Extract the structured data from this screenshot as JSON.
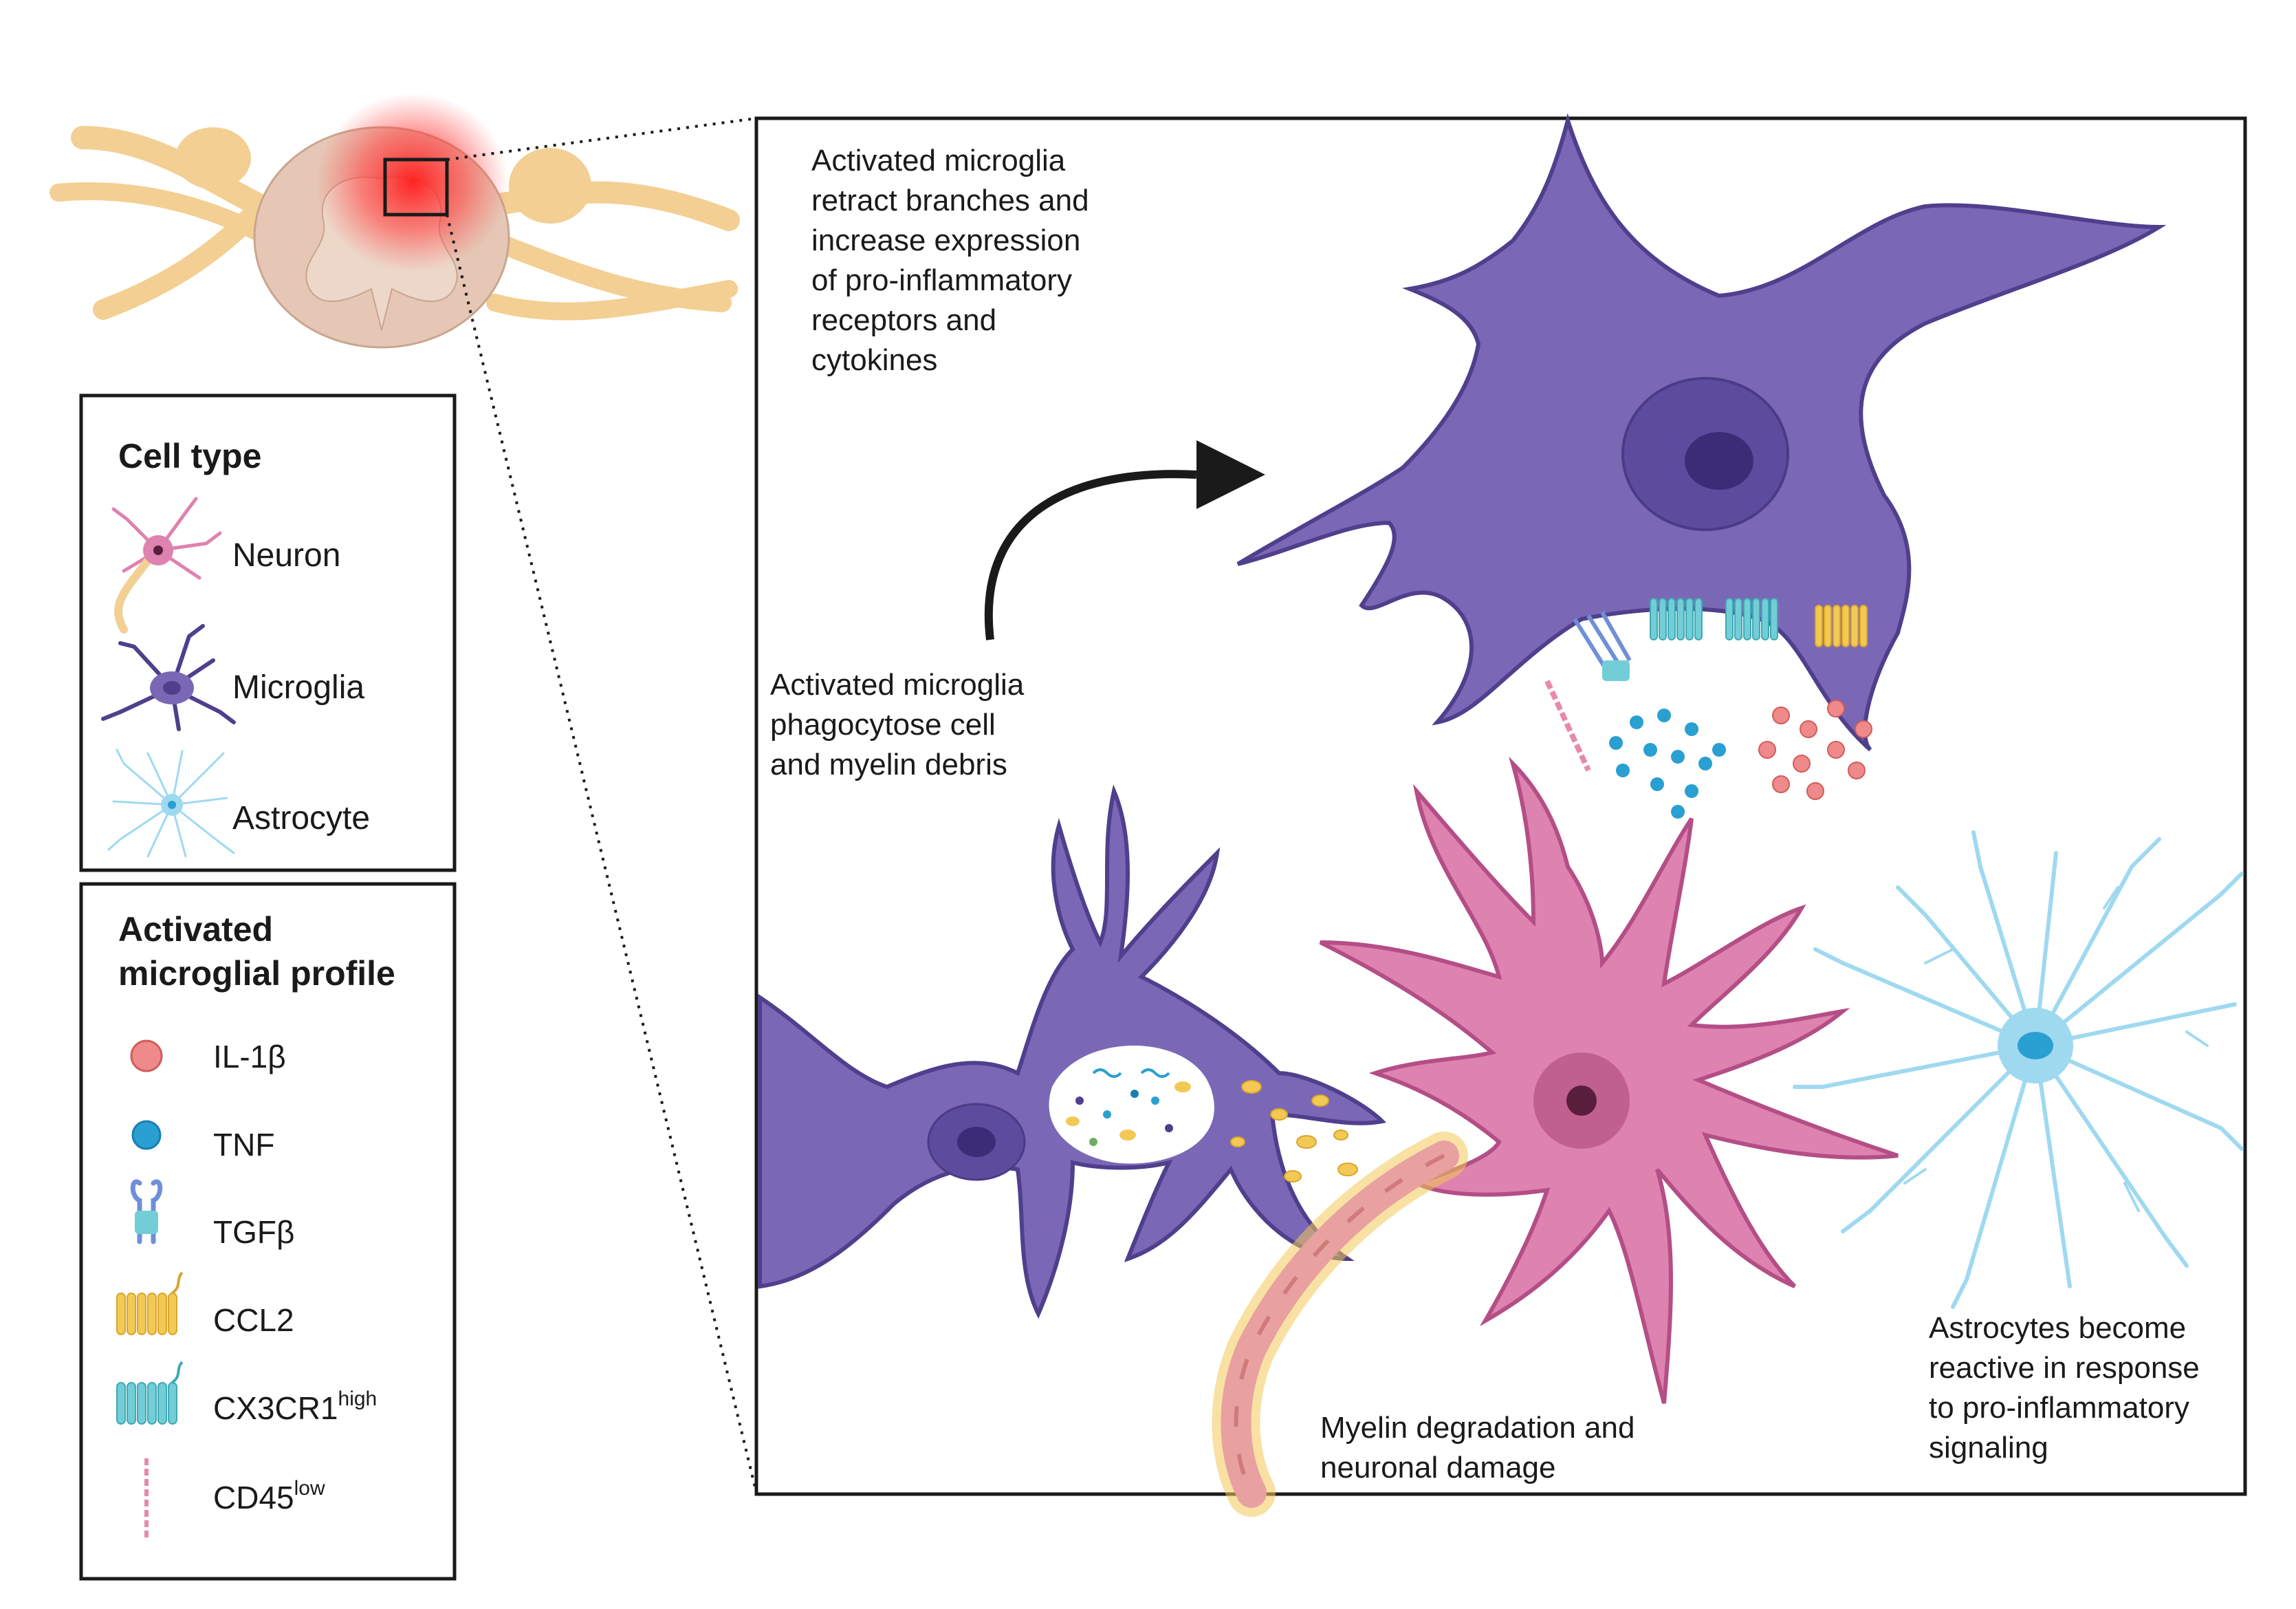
{
  "colors": {
    "microglia": "#7a68b6",
    "microglia_dark": "#4f3f8c",
    "neuron": "#de82b0",
    "neuron_dark": "#b44e86",
    "astrocyte": "#9fd9f0",
    "astrocyte_line": "#6fc6ea",
    "spinal_cord": "#e6c6b4",
    "nerve": "#f3cf93",
    "inflammation": "#ff2a2a",
    "il1b": "#ef8a8a",
    "tnf": "#2a9fd1",
    "tgfb": "#6f8fd8",
    "ccl2": "#f3c955",
    "cx3cr1": "#72cdd6",
    "cd45": "#e68aa8"
  },
  "legend_cell_type": {
    "title": "Cell type",
    "items": [
      {
        "label": "Neuron",
        "icon": "neuron-icon"
      },
      {
        "label": "Microglia",
        "icon": "microglia-icon"
      },
      {
        "label": "Astrocyte",
        "icon": "astrocyte-icon"
      }
    ]
  },
  "legend_profile": {
    "title_line1": "Activated",
    "title_line2": "microglial profile",
    "items": [
      {
        "label": "IL-1β",
        "sup": "",
        "icon": "il1b-icon"
      },
      {
        "label": "TNF",
        "sup": "",
        "icon": "tnf-icon"
      },
      {
        "label": "TGFβ",
        "sup": "",
        "icon": "tgfb-receptor-icon"
      },
      {
        "label": "CCL2",
        "sup": "",
        "icon": "ccl2-receptor-icon"
      },
      {
        "label": "CX3CR1",
        "sup": "high",
        "icon": "cx3cr1-receptor-icon"
      },
      {
        "label": "CD45",
        "sup": "low",
        "icon": "cd45-icon"
      }
    ]
  },
  "annotations": {
    "activated_retract": [
      "Activated microglia",
      "retract branches and",
      "increase expression",
      "of pro-inflammatory",
      "receptors and",
      "cytokines"
    ],
    "phagocytose": [
      "Activated microglia",
      "phagocytose cell",
      "and myelin debris"
    ],
    "myelin": [
      "Myelin degradation and",
      "neuronal damage"
    ],
    "astrocytes": [
      "Astrocytes become",
      "reactive in response",
      "to pro-inflammatory",
      "signaling"
    ]
  }
}
